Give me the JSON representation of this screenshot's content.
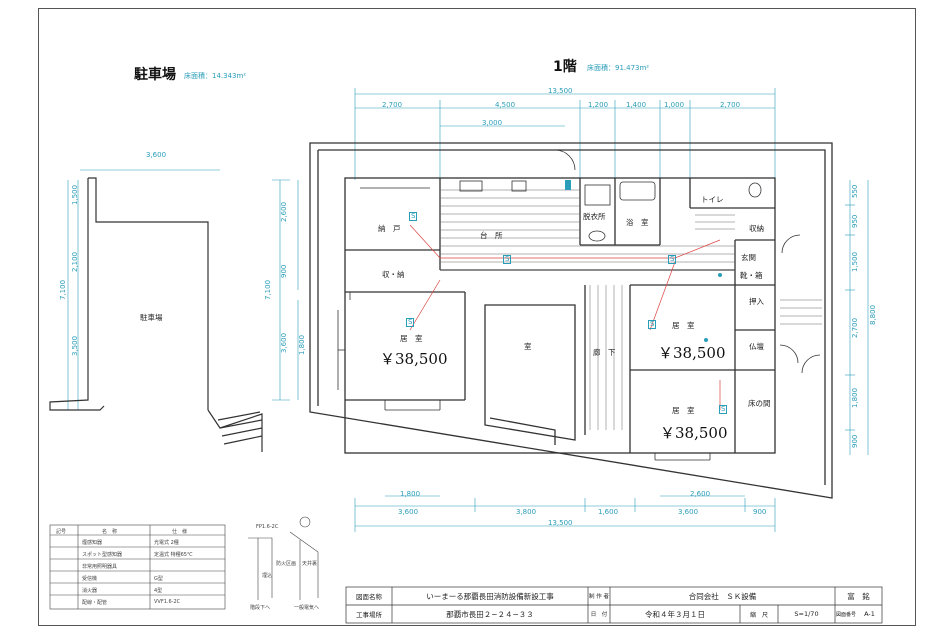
{
  "titles": {
    "parking": "駐車場",
    "parking_area": "床面積：14.343m²",
    "floor": "1階",
    "floor_area": "床面積：91.473m²"
  },
  "dims_top": [
    "13,500",
    "2,700",
    "4,500",
    "1,200",
    "1,400",
    "1,000",
    "2,700",
    "3,000"
  ],
  "dims_bottom": [
    "1,800",
    "3,600",
    "3,800",
    "1,600",
    "3,600",
    "900",
    "2,600",
    "13,500"
  ],
  "dims_parking": [
    "3,600",
    "7,100",
    "1,500",
    "2,100",
    "3,500"
  ],
  "dims_left": [
    "2,600",
    "900",
    "7,100",
    "3,600",
    "1,800"
  ],
  "dims_right": [
    "550",
    "950",
    "1,500",
    "2,700",
    "8,800",
    "1,800",
    "900"
  ],
  "rooms": {
    "parking": "駐車場",
    "storage": "納　戸",
    "kitchen": "台　所",
    "dressing": "脱衣所",
    "bath": "浴　室",
    "toilet": "トイレ",
    "closet": "収納",
    "entrance": "玄関",
    "shoebox": "靴・箱",
    "closet_small": "収・納",
    "living_left": "居　室",
    "center": "室",
    "hall": "廊　下",
    "living_right_top": "居　室",
    "oshiire": "押入",
    "butsudan": "仏壇",
    "living_right_bottom": "居　室",
    "tokonoma": "床の間",
    "s_mark": "S"
  },
  "prices": [
    "￥38,500",
    "￥38,500",
    "￥38,500"
  ],
  "legend": {
    "header": [
      "記号",
      "名　称",
      "仕　様"
    ],
    "rows": [
      [
        "",
        "煙感知器",
        "光電式 2種"
      ],
      [
        "",
        "スポット型感知器",
        "定温式 特種65℃"
      ],
      [
        "",
        "非常用照明器具",
        ""
      ],
      [
        "",
        "受信機",
        "G型"
      ],
      [
        "",
        "消火器",
        "4型"
      ],
      [
        "",
        "配線・配管",
        "VVF1.6-2C"
      ]
    ]
  },
  "detail_labels": [
    "FP1.6-2C",
    "防火区画",
    "天井裏",
    "埋込",
    "階段下へ",
    "一般電気へ"
  ],
  "titleblock": {
    "drawing_name_label": "図面名称",
    "drawing_name": "いーまーる那覇長田消防設備新設工事",
    "site_label": "工事場所",
    "site": "那覇市長田２−２４−３３",
    "maker_label": "制 作 者",
    "maker": "合同会社　ＳＫ設備",
    "date_label": "日　付",
    "date": "令和４年３月１日",
    "scale_label": "縮　尺",
    "scale": "S=1/70",
    "title_label": "富　銘",
    "sheet_label": "図面番号",
    "sheet": "A-1"
  }
}
